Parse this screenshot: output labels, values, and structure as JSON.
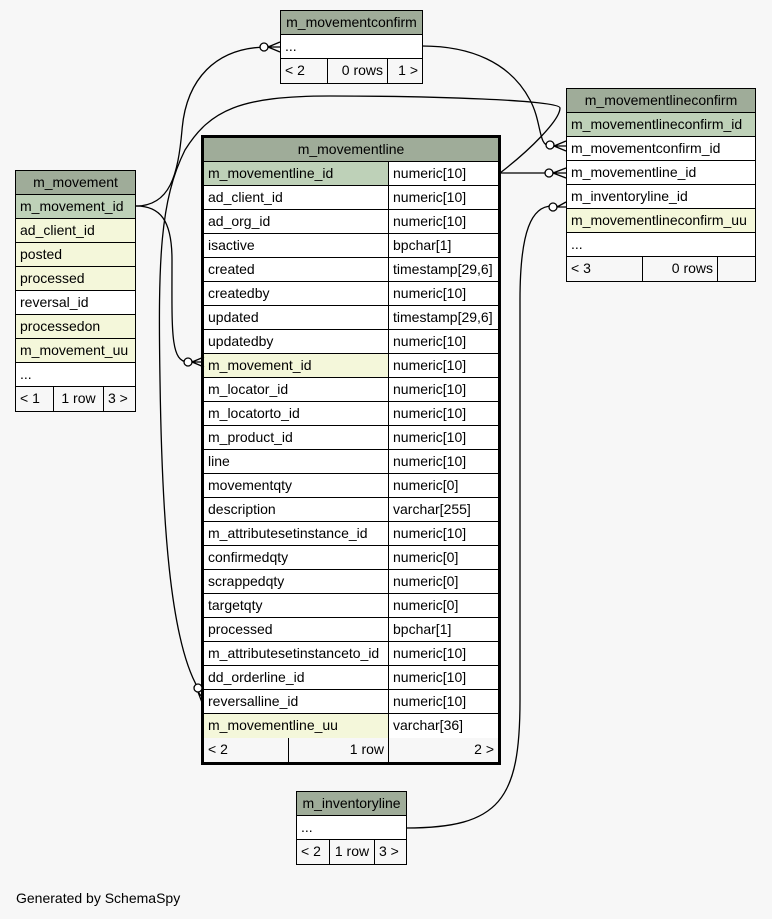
{
  "colors": {
    "header": "#9fac99",
    "pk": "#bed1b8",
    "fk": "#f4f7da",
    "background": "#f7f7f7"
  },
  "m_movementconfirm": {
    "title": "m_movementconfirm",
    "ellipsis": "...",
    "prev": "< 2",
    "rows": "0 rows",
    "next": "1 >"
  },
  "m_movement": {
    "title": "m_movement",
    "columns": [
      "m_movement_id",
      "ad_client_id",
      "posted",
      "processed",
      "reversal_id",
      "processedon",
      "m_movement_uu",
      "..."
    ],
    "prev": "< 1",
    "rows": "1 row",
    "next": "3 >"
  },
  "m_movementline": {
    "title": "m_movementline",
    "columns": [
      {
        "name": "m_movementline_id",
        "type": "numeric[10]"
      },
      {
        "name": "ad_client_id",
        "type": "numeric[10]"
      },
      {
        "name": "ad_org_id",
        "type": "numeric[10]"
      },
      {
        "name": "isactive",
        "type": "bpchar[1]"
      },
      {
        "name": "created",
        "type": "timestamp[29,6]"
      },
      {
        "name": "createdby",
        "type": "numeric[10]"
      },
      {
        "name": "updated",
        "type": "timestamp[29,6]"
      },
      {
        "name": "updatedby",
        "type": "numeric[10]"
      },
      {
        "name": "m_movement_id",
        "type": "numeric[10]"
      },
      {
        "name": "m_locator_id",
        "type": "numeric[10]"
      },
      {
        "name": "m_locatorto_id",
        "type": "numeric[10]"
      },
      {
        "name": "m_product_id",
        "type": "numeric[10]"
      },
      {
        "name": "line",
        "type": "numeric[10]"
      },
      {
        "name": "movementqty",
        "type": "numeric[0]"
      },
      {
        "name": "description",
        "type": "varchar[255]"
      },
      {
        "name": "m_attributesetinstance_id",
        "type": "numeric[10]"
      },
      {
        "name": "confirmedqty",
        "type": "numeric[0]"
      },
      {
        "name": "scrappedqty",
        "type": "numeric[0]"
      },
      {
        "name": "targetqty",
        "type": "numeric[0]"
      },
      {
        "name": "processed",
        "type": "bpchar[1]"
      },
      {
        "name": "m_attributesetinstanceto_id",
        "type": "numeric[10]"
      },
      {
        "name": "dd_orderline_id",
        "type": "numeric[10]"
      },
      {
        "name": "reversalline_id",
        "type": "numeric[10]"
      },
      {
        "name": "m_movementline_uu",
        "type": "varchar[36]"
      }
    ],
    "prev": "< 2",
    "rows": "1 row",
    "next": "2 >"
  },
  "m_movementlineconfirm": {
    "title": "m_movementlineconfirm",
    "columns": [
      "m_movementlineconfirm_id",
      "m_movementconfirm_id",
      "m_movementline_id",
      "m_inventoryline_id",
      "m_movementlineconfirm_uu",
      "..."
    ],
    "prev": "< 3",
    "rows": "0 rows",
    "next": ""
  },
  "m_inventoryline": {
    "title": "m_inventoryline",
    "ellipsis": "...",
    "prev": "< 2",
    "rows": "1 row",
    "next": "3 >"
  },
  "footer": "Generated by SchemaSpy"
}
